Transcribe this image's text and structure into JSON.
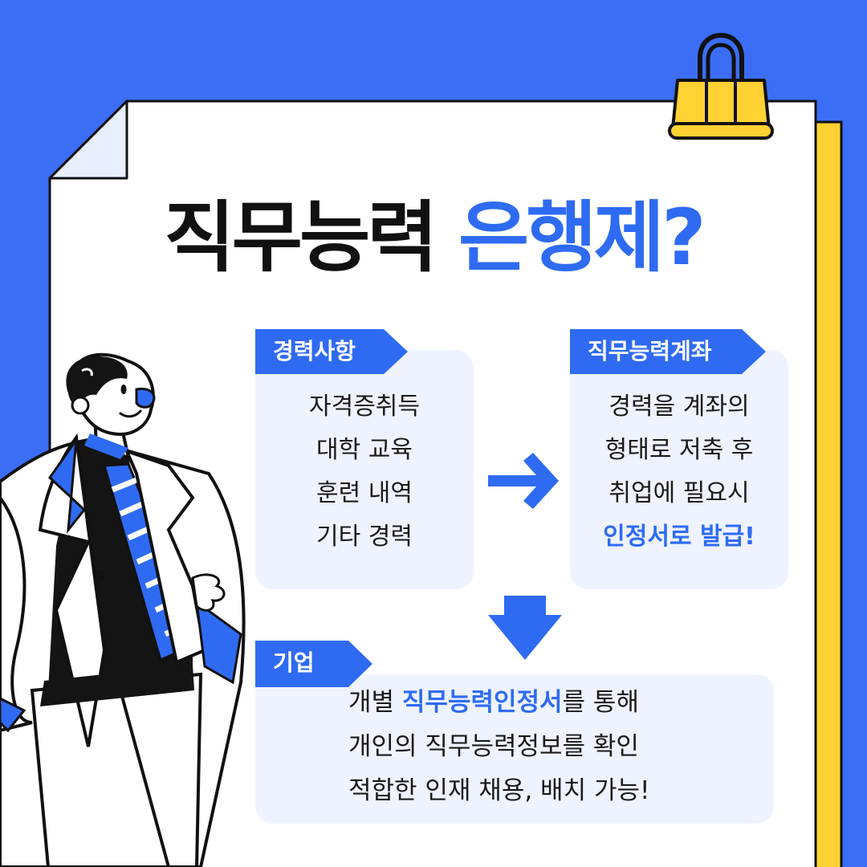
{
  "title": {
    "part1": "직무능력",
    "part2": "은행제?"
  },
  "career": {
    "tag": "경력사항",
    "items": [
      "자격증취득",
      "대학 교육",
      "훈련 내역",
      "기타 경력"
    ]
  },
  "account": {
    "tag": "직무능력계좌",
    "lines": [
      "경력을 계좌의",
      "형태로 저축 후",
      "취업에 필요시"
    ],
    "highlight": "인정서로 발급!"
  },
  "company": {
    "tag": "기업",
    "line1_prefix": "개별 ",
    "line1_highlight": "직무능력인정서",
    "line1_suffix": "를 통해",
    "line2": "개인의 직무능력정보를 확인",
    "line3": "적합한 인재 채용, 배치 가능!"
  },
  "colors": {
    "background": "#3b6ef5",
    "accent": "#2f6bf2",
    "paper": "#ffffff",
    "clip": "#ffcf3a",
    "box": "#eef3ff"
  },
  "icons": [
    "binder-clip-icon",
    "arrow-right-icon",
    "arrow-down-icon",
    "businessman-illustration"
  ]
}
